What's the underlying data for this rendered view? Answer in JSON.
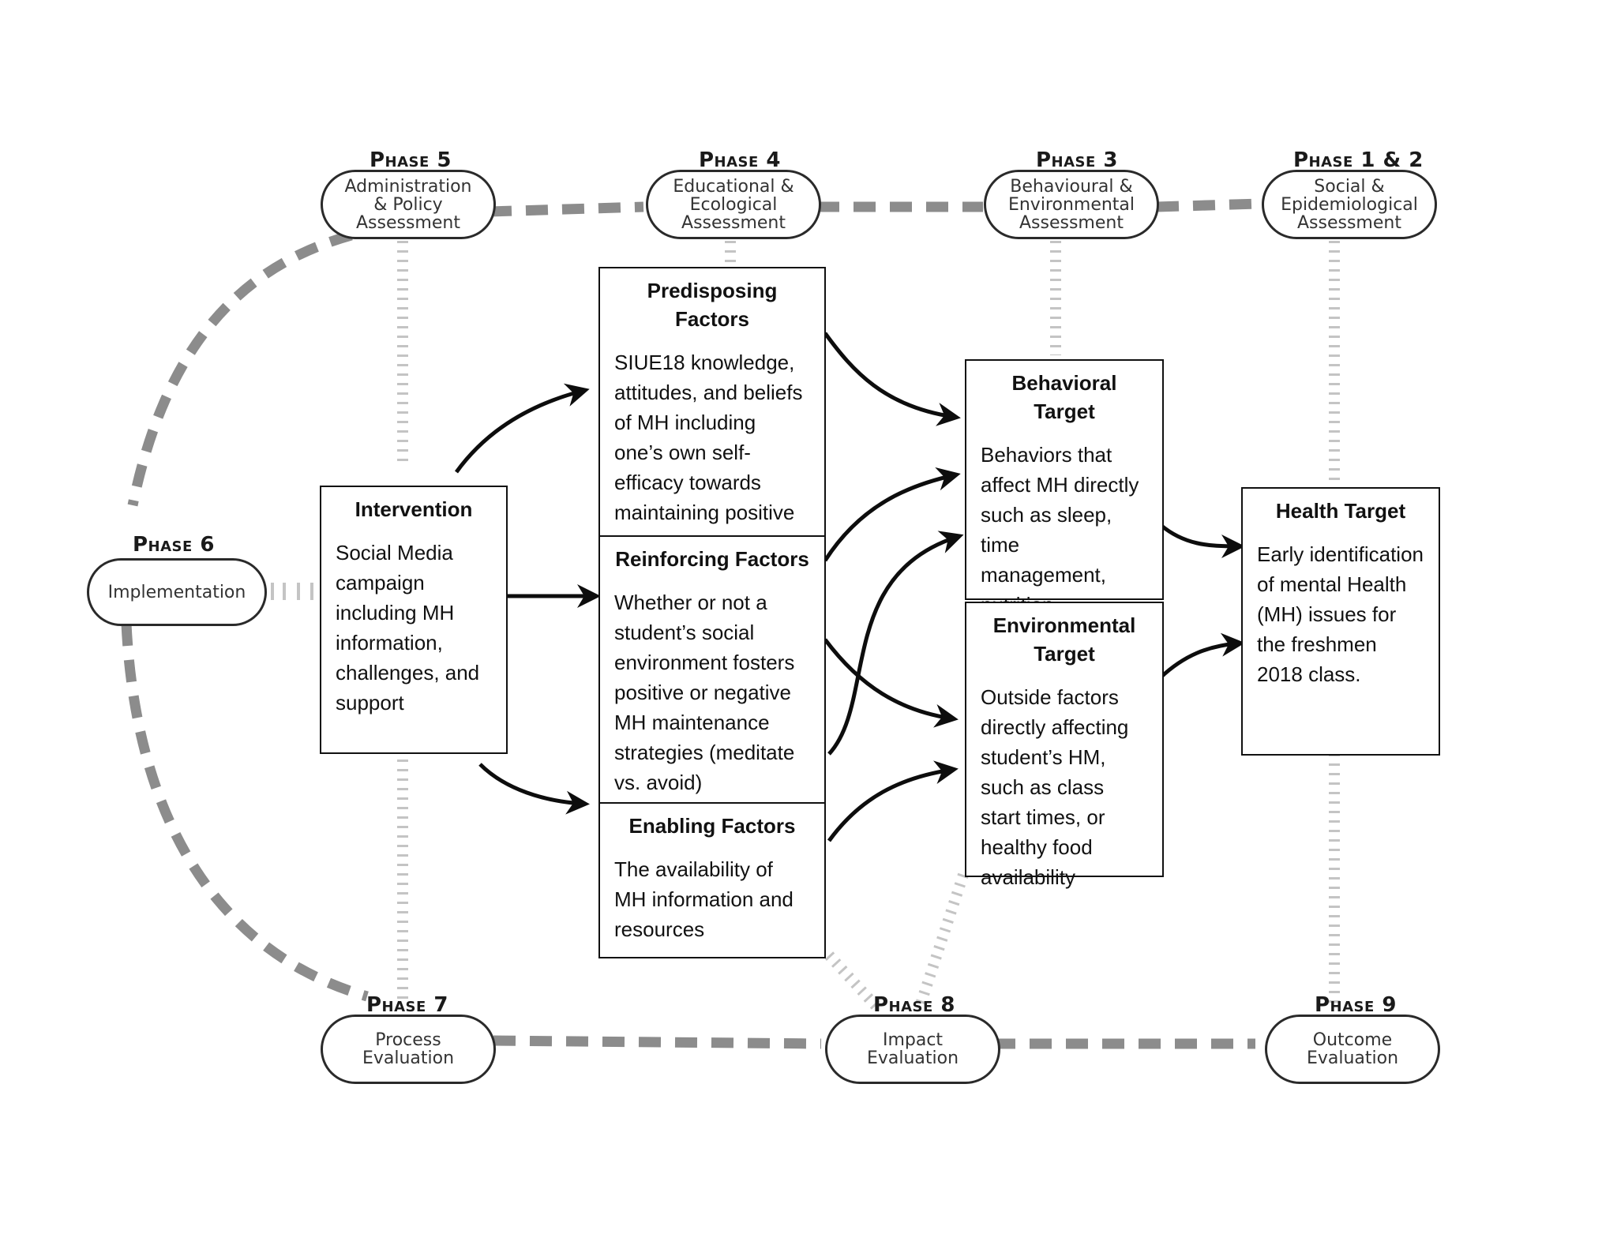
{
  "phases": {
    "p5": {
      "label": "Phase 5",
      "name": "Administration\n& Policy\nAssessment"
    },
    "p4": {
      "label": "Phase 4",
      "name": "Educational &\nEcological\nAssessment"
    },
    "p3": {
      "label": "Phase 3",
      "name": "Behavioural &\nEnvironmental\nAssessment"
    },
    "p12": {
      "label": "Phase 1 & 2",
      "name": "Social &\nEpidemiological\nAssessment"
    },
    "p6": {
      "label": "Phase 6",
      "name": "Implementation"
    },
    "p7": {
      "label": "Phase 7",
      "name": "Process\nEvaluation"
    },
    "p8": {
      "label": "Phase 8",
      "name": "Impact\nEvaluation"
    },
    "p9": {
      "label": "Phase 9",
      "name": "Outcome\nEvaluation"
    }
  },
  "boxes": {
    "intervention": {
      "title": "Intervention",
      "body": "Social Media campaign including MH information, challenges, and support"
    },
    "predisposing": {
      "title": "Predisposing Factors",
      "body": "SIUE18 knowledge, attitudes, and beliefs of MH including one’s own self-efficacy towards maintaining positive MH"
    },
    "reinforcing": {
      "title": "Reinforcing Factors",
      "body": "Whether or not a student’s social environment fosters positive or negative MH maintenance strategies (meditate vs. avoid)"
    },
    "enabling": {
      "title": "Enabling Factors",
      "body": "The availability of MH information and resources"
    },
    "behavioral": {
      "title": "Behavioral Target",
      "body": "Behaviors that affect MH directly such as sleep, time management, nutrition"
    },
    "environmental": {
      "title": "Environmental Target",
      "body": "Outside factors directly affecting student’s HM, such as class start times, or healthy food availability"
    },
    "health": {
      "title": "Health Target",
      "body": "Early identification of mental Health (MH) issues for the freshmen 2018 class."
    }
  },
  "colors": {
    "dashed_path": "#8c8c8c",
    "dotted_connector": "#c4c4c4",
    "arrow": "#0d0d0d",
    "outline": "#111111"
  }
}
